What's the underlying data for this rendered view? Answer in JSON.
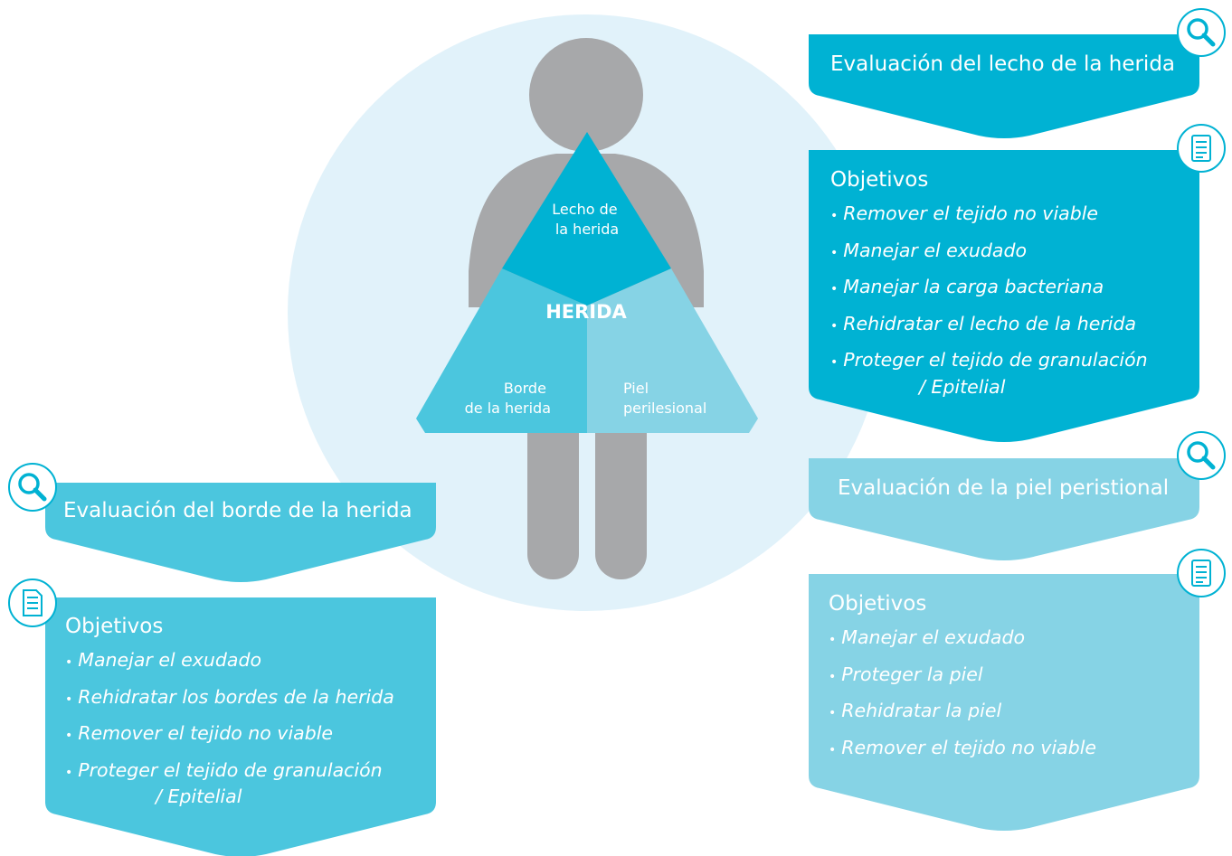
{
  "colors": {
    "dark_teal": "#00b2d3",
    "mid_teal": "#4bc6de",
    "light_teal": "#86d3e5",
    "figure_gray": "#a7a8aa",
    "halo": "#e1f2fa"
  },
  "figure": {
    "top_section": [
      "Lecho de",
      "la herida"
    ],
    "center_label": "HERIDA",
    "left_section": [
      "Borde",
      "de la herida"
    ],
    "right_section": [
      "Piel",
      "perilesional"
    ]
  },
  "wound_bed": {
    "title": "Evaluación del lecho de la herida",
    "title_icon": "magnifier-icon",
    "objectives_icon": "checklist-icon",
    "objectives_heading": "Objetivos",
    "objectives": [
      "Remover el tejido no viable",
      "Manejar el exudado",
      "Manejar la carga bacteriana",
      "Rehidratar el lecho de la herida",
      "Proteger el tejido de granulación"
    ],
    "objectives_continuation": "/ Epitelial"
  },
  "periwound": {
    "title": "Evaluación de la piel peristional",
    "title_icon": "magnifier-icon",
    "objectives_icon": "checklist-icon",
    "objectives_heading": "Objetivos",
    "objectives": [
      "Manejar el exudado",
      "Proteger la piel",
      "Rehidratar la piel",
      "Remover el tejido no viable"
    ]
  },
  "wound_edge": {
    "title": "Evaluación del borde de la herida",
    "title_icon": "magnifier-icon",
    "objectives_icon": "document-icon",
    "objectives_heading": "Objetivos",
    "objectives": [
      "Manejar el exudado",
      "Rehidratar los bordes de la herida",
      "Remover el tejido no viable",
      "Proteger el tejido de granulación"
    ],
    "objectives_continuation": "/ Epitelial"
  }
}
